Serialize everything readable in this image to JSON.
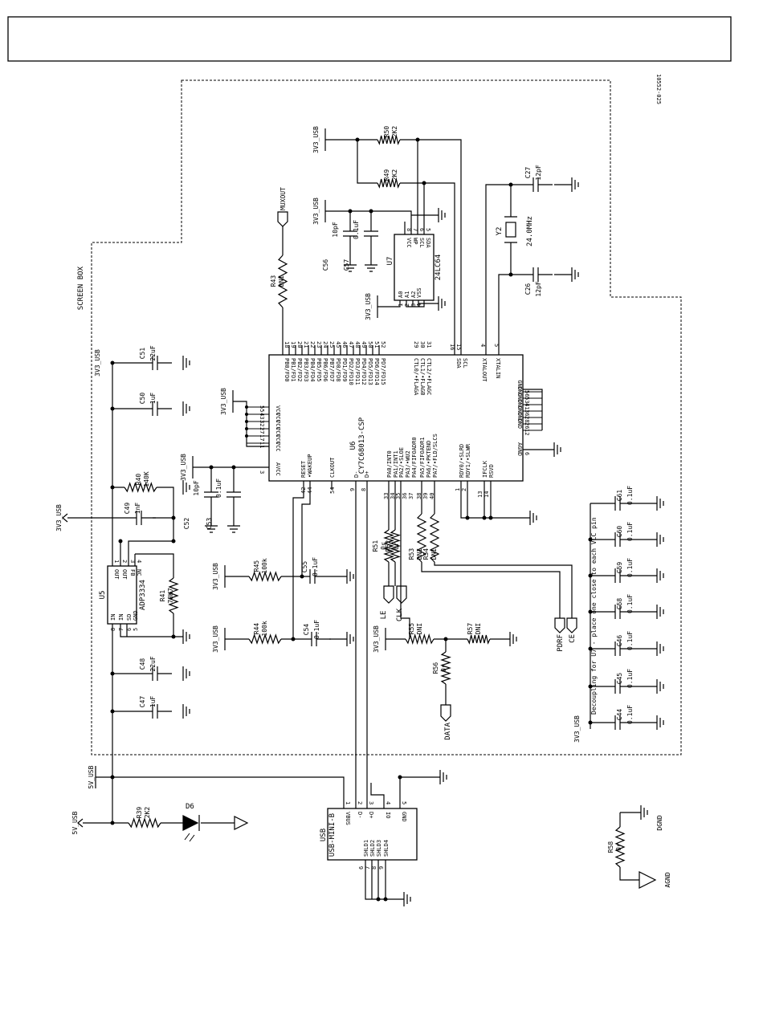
{
  "figure_id": "10552-025",
  "screen_box_label": "SCREEN BOX",
  "decoupling_note": "Decoupling for U7 - place one close to each VCC pin",
  "nets": {
    "v3": "3V3_USB",
    "v5": "5V_USB",
    "muxout": "MUXOUT",
    "le": "LE",
    "clk": "CLK",
    "data": "DATA",
    "pdrf": "PDRF",
    "ce": "CE",
    "dgnd": "DGND",
    "agnd": "AGND"
  },
  "u6": {
    "ref": "U6",
    "part": "CY7C68013-CSP",
    "pins_left": [
      "PB0/FD0",
      "PB1/FD1",
      "PB2/FD2",
      "PB3/FD3",
      "PB4/FD4",
      "PB5/FD5",
      "PB6/FD6",
      "PB7/FD7",
      "PD0/FD8",
      "PD1/FD9",
      "PD2/FD10",
      "PD3/FD11",
      "PD4/FD12",
      "PD5/FD13",
      "PD6/FD14",
      "PD7/FD15"
    ],
    "pins_left_nums": [
      "18",
      "19",
      "20",
      "21",
      "22",
      "23",
      "24",
      "25",
      "45",
      "46",
      "47",
      "48",
      "49",
      "50",
      "51",
      "52"
    ],
    "ctl": [
      "CTL0/•FLAGA",
      "CTL1/•FLAGB",
      "CTL2/•FLAGC"
    ],
    "ctl_nums": [
      "29",
      "30",
      "31"
    ],
    "sda": "SDA",
    "scl": "SCL",
    "sda_num": "16",
    "scl_num": "15",
    "xtalout": "XTALOUT",
    "xtalin": "XTALIN",
    "xtalout_num": "4",
    "xtalin_num": "5",
    "gnd": [
      "GND",
      "GND",
      "GND",
      "GND",
      "GND",
      "GND",
      "GND"
    ],
    "gnd_nums": [
      "56",
      "53",
      "41",
      "36",
      "28",
      "26",
      "12"
    ],
    "agnd": "AGND",
    "agnd_num": "6",
    "vcc": [
      "VCC",
      "VCC",
      "VCC",
      "VCC",
      "VCC",
      "VCC"
    ],
    "vcc_nums": [
      "55",
      "43",
      "32",
      "27",
      "17",
      "11"
    ],
    "avcc": "AVCC",
    "avcc_num": "3",
    "reset": "RESET",
    "wakeup": "•WAKEUP",
    "reset_num": "42",
    "wakeup_num": "44",
    "clkout": "CLKOUT",
    "clkout_num": "54",
    "dminus": "D-",
    "dplus": "D+",
    "dminus_num": "9",
    "dplus_num": "8",
    "pa": [
      "PA0/INT0",
      "PA1/INT1",
      "PA2/•SLOE",
      "PA3/•WU2",
      "PA4/FIFOADR0",
      "PA5/FIFOADR1",
      "PA6/•PKTEND",
      "PA7/•FLD/SLCS"
    ],
    "pa_nums": [
      "33",
      "34",
      "35",
      "36",
      "37",
      "38",
      "39",
      "40"
    ],
    "rdy": [
      "RDY0/•SLRD",
      "RDY1/•SLWR"
    ],
    "rdy_nums": [
      "1",
      "2"
    ],
    "ifclk": "IFCLK",
    "rsvd": "RSVD",
    "ifclk_num": "13",
    "rsvd_num": "14"
  },
  "u7": {
    "ref": "U7",
    "part": "24LC64",
    "pins": [
      "VCC",
      "WP",
      "SCL",
      "SDA",
      "A0",
      "A1",
      "A2",
      "VSS"
    ],
    "nums": [
      "8",
      "7",
      "6",
      "5",
      "1",
      "2",
      "3",
      "4"
    ]
  },
  "u5": {
    "ref": "U5",
    "part": "ADP3334",
    "pins": [
      "OUT",
      "OUT",
      "FB",
      "NC",
      "IN",
      "IN",
      "SD",
      "GND"
    ],
    "nums": [
      "1",
      "2",
      "3",
      "4",
      "8",
      "7",
      "6",
      "5"
    ]
  },
  "usb": {
    "ref": "USB",
    "part": "USB-MINI-B",
    "pins": [
      "VBUS",
      "D-",
      "D+",
      "IO",
      "GND"
    ],
    "nums": [
      "1",
      "2",
      "3",
      "4",
      "5"
    ],
    "shields": [
      "SHLD1",
      "SHLD2",
      "SHLD3",
      "SHLD4"
    ],
    "shield_nums": [
      "6",
      "7",
      "8",
      "9"
    ]
  },
  "crystal": {
    "ref": "Y2",
    "value": "24.0MHz"
  },
  "led": {
    "ref": "D6"
  },
  "resistors": [
    {
      "ref": "R50",
      "value": "2K2"
    },
    {
      "ref": "R49",
      "value": "2K2"
    },
    {
      "ref": "R43",
      "value": "DNI"
    },
    {
      "ref": "R40",
      "value": "140K"
    },
    {
      "ref": "R41",
      "value": "78K7"
    },
    {
      "ref": "R45",
      "value": "100k"
    },
    {
      "ref": "R44",
      "value": "100k"
    },
    {
      "ref": "R51",
      "value": "0r"
    },
    {
      "ref": "R52",
      "value": "0r"
    },
    {
      "ref": "R53",
      "value": "DNI"
    },
    {
      "ref": "R54",
      "value": "DNI"
    },
    {
      "ref": "R55",
      "value": "DNI"
    },
    {
      "ref": "R57",
      "value": "DNI"
    },
    {
      "ref": "R56",
      "value": "0r"
    },
    {
      "ref": "R39",
      "value": "2K2"
    },
    {
      "ref": "R58",
      "value": "0r"
    }
  ],
  "capacitors": [
    {
      "ref": "C27",
      "value": "12pF"
    },
    {
      "ref": "C26",
      "value": "12pF"
    },
    {
      "ref": "C56",
      "value": "10pF"
    },
    {
      "ref": "C57",
      "value": "0.1uF"
    },
    {
      "ref": "C51",
      "value": "22uF"
    },
    {
      "ref": "C50",
      "value": "1uF"
    },
    {
      "ref": "C49",
      "value": "1nF"
    },
    {
      "ref": "C52",
      "value": "10pF"
    },
    {
      "ref": "C53",
      "value": "0.1uF"
    },
    {
      "ref": "C55",
      "value": "0.1uF"
    },
    {
      "ref": "C54",
      "value": "0.1uF"
    },
    {
      "ref": "C48",
      "value": "22uF"
    },
    {
      "ref": "C47",
      "value": "1uF"
    },
    {
      "ref": "C61",
      "value": "0.1uF"
    },
    {
      "ref": "C60",
      "value": "0.1uF"
    },
    {
      "ref": "C59",
      "value": "0.1uF"
    },
    {
      "ref": "C58",
      "value": "0.1uF"
    },
    {
      "ref": "C46",
      "value": "0.1uF"
    },
    {
      "ref": "C45",
      "value": "0.1uF"
    },
    {
      "ref": "C44",
      "value": "0.1uF"
    }
  ]
}
